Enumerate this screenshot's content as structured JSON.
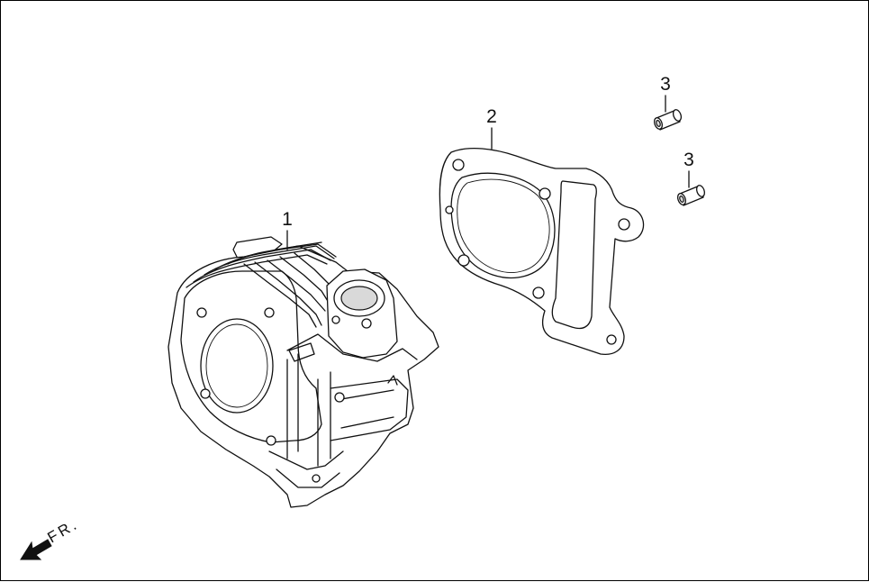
{
  "callouts": {
    "part1": "1",
    "part2": "2",
    "part3a": "3",
    "part3b": "3"
  },
  "direction_label": "FR."
}
